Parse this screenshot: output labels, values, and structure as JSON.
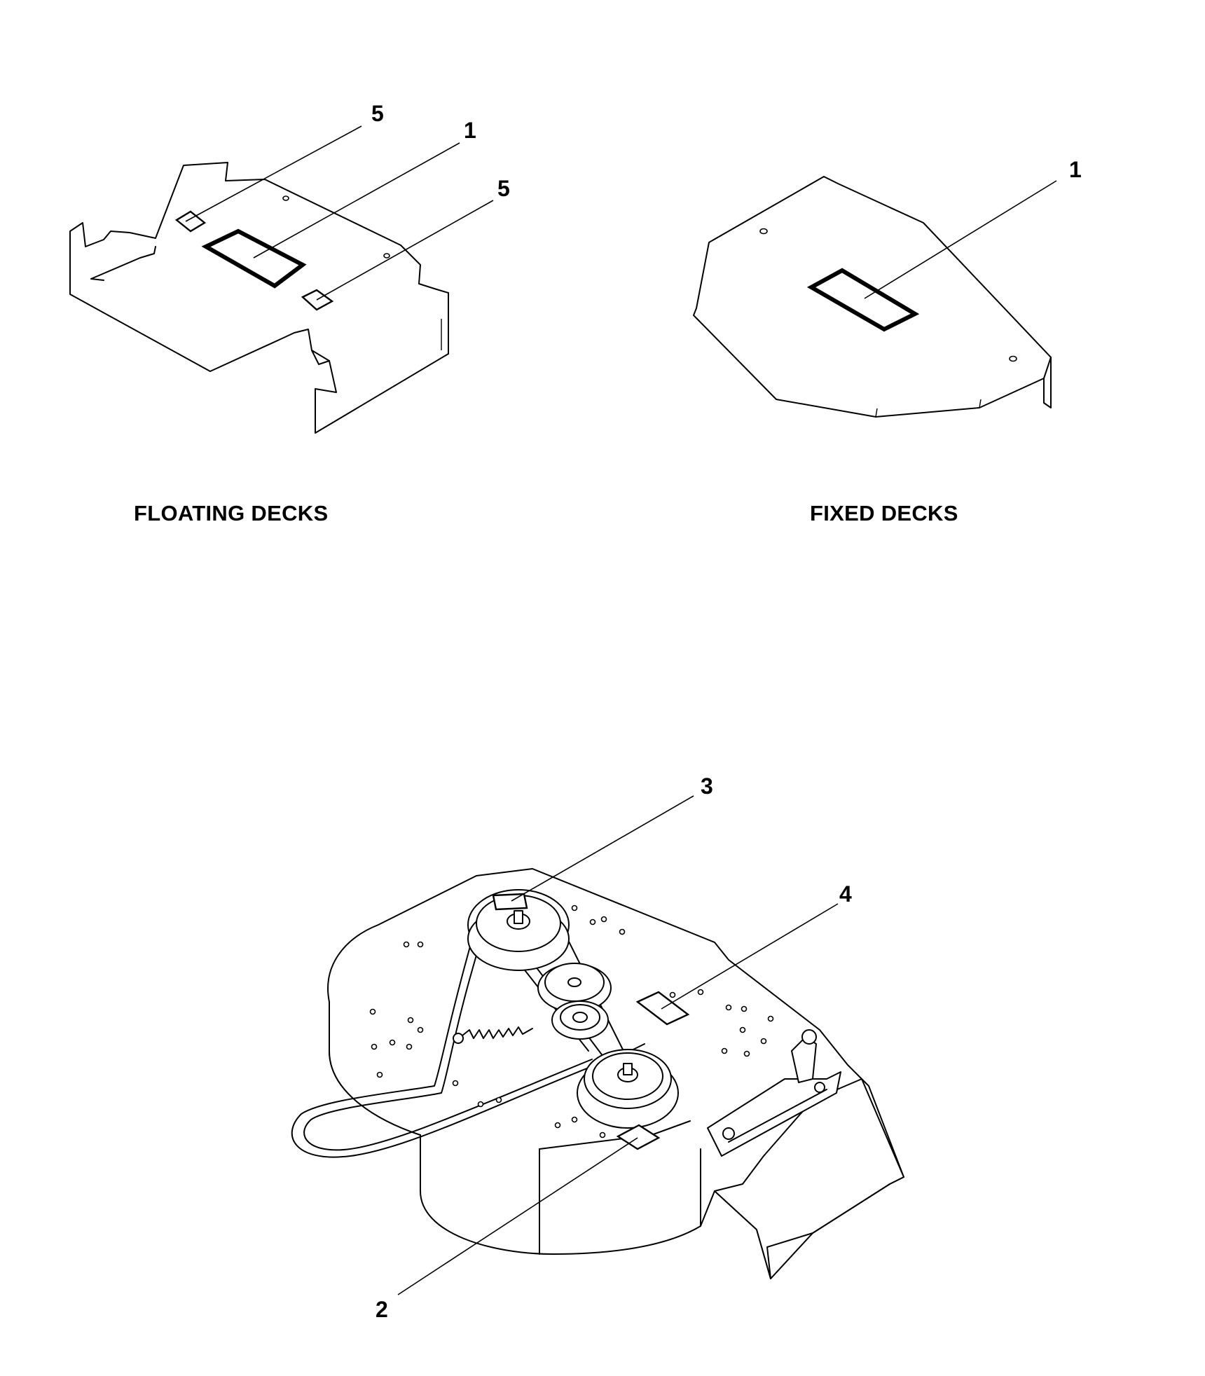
{
  "captions": {
    "floating": "FLOATING DECKS",
    "fixed": "FIXED DECKS"
  },
  "callouts": {
    "floating_decal_small_top": "5",
    "floating_decal_main": "1",
    "floating_decal_small_right": "5",
    "fixed_decal_main": "1",
    "deck_decal_front": "3",
    "deck_decal_right": "4",
    "deck_decal_bottom": "2"
  }
}
